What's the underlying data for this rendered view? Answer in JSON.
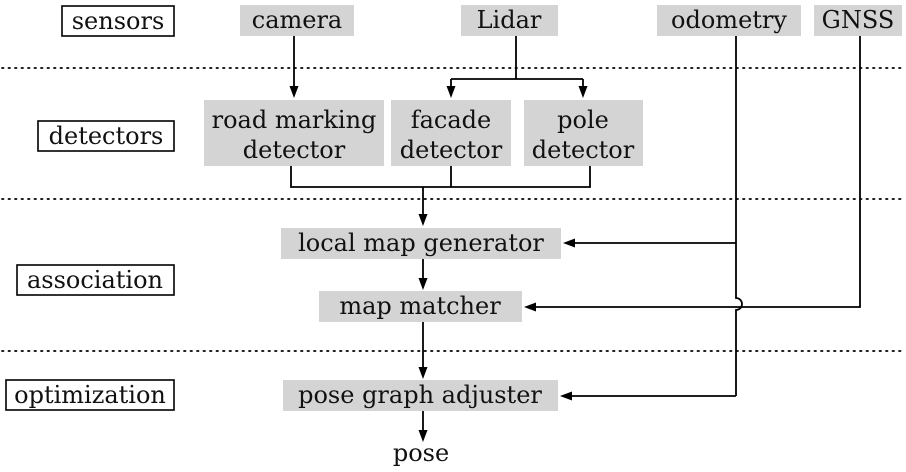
{
  "stages": {
    "sensors": "sensors",
    "detectors": "detectors",
    "association": "association",
    "optimization": "optimization"
  },
  "nodes": {
    "camera": "camera",
    "lidar": "Lidar",
    "odometry": "odometry",
    "gnss": "GNSS",
    "road_marking_line1": "road marking",
    "road_marking_line2": "detector",
    "facade_line1": "facade",
    "facade_line2": "detector",
    "pole_line1": "pole",
    "pole_line2": "detector",
    "local_map_generator": "local map generator",
    "map_matcher": "map matcher",
    "pose_graph_adjuster": "pose graph adjuster",
    "pose": "pose"
  },
  "colors": {
    "node_fill": "#d4d4d4",
    "line": "#000000"
  }
}
